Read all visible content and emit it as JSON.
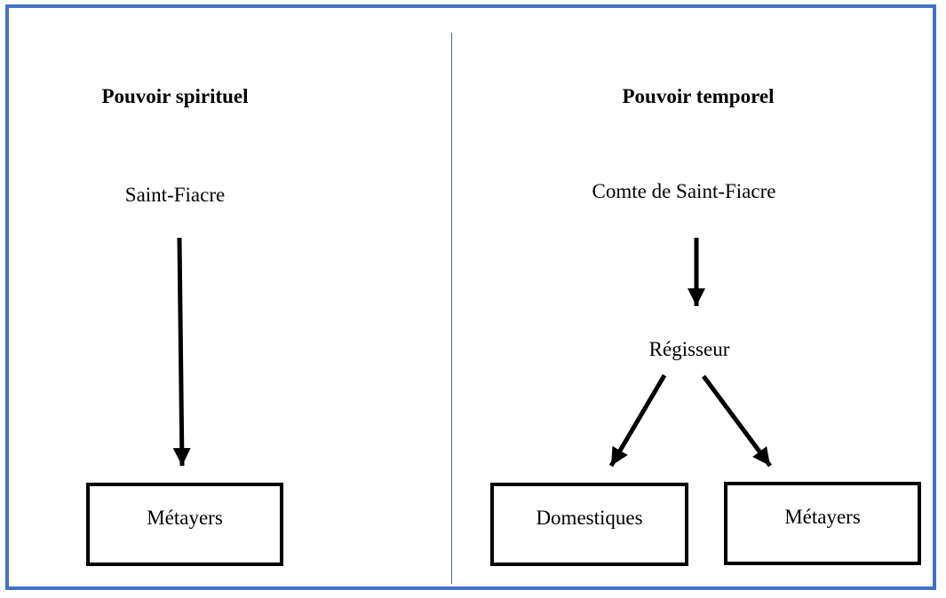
{
  "left": {
    "heading": "Pouvoir spirituel",
    "top_node": "Saint-Fiacre",
    "box": "Métayers"
  },
  "right": {
    "heading": "Pouvoir temporel",
    "top_node": "Comte de Saint-Fiacre",
    "middle_node": "Régisseur",
    "box_left": "Domestiques",
    "box_right": "Métayers"
  },
  "colors": {
    "frame": "#4472c4",
    "divider": "#4a6a95",
    "ink": "#000000"
  }
}
